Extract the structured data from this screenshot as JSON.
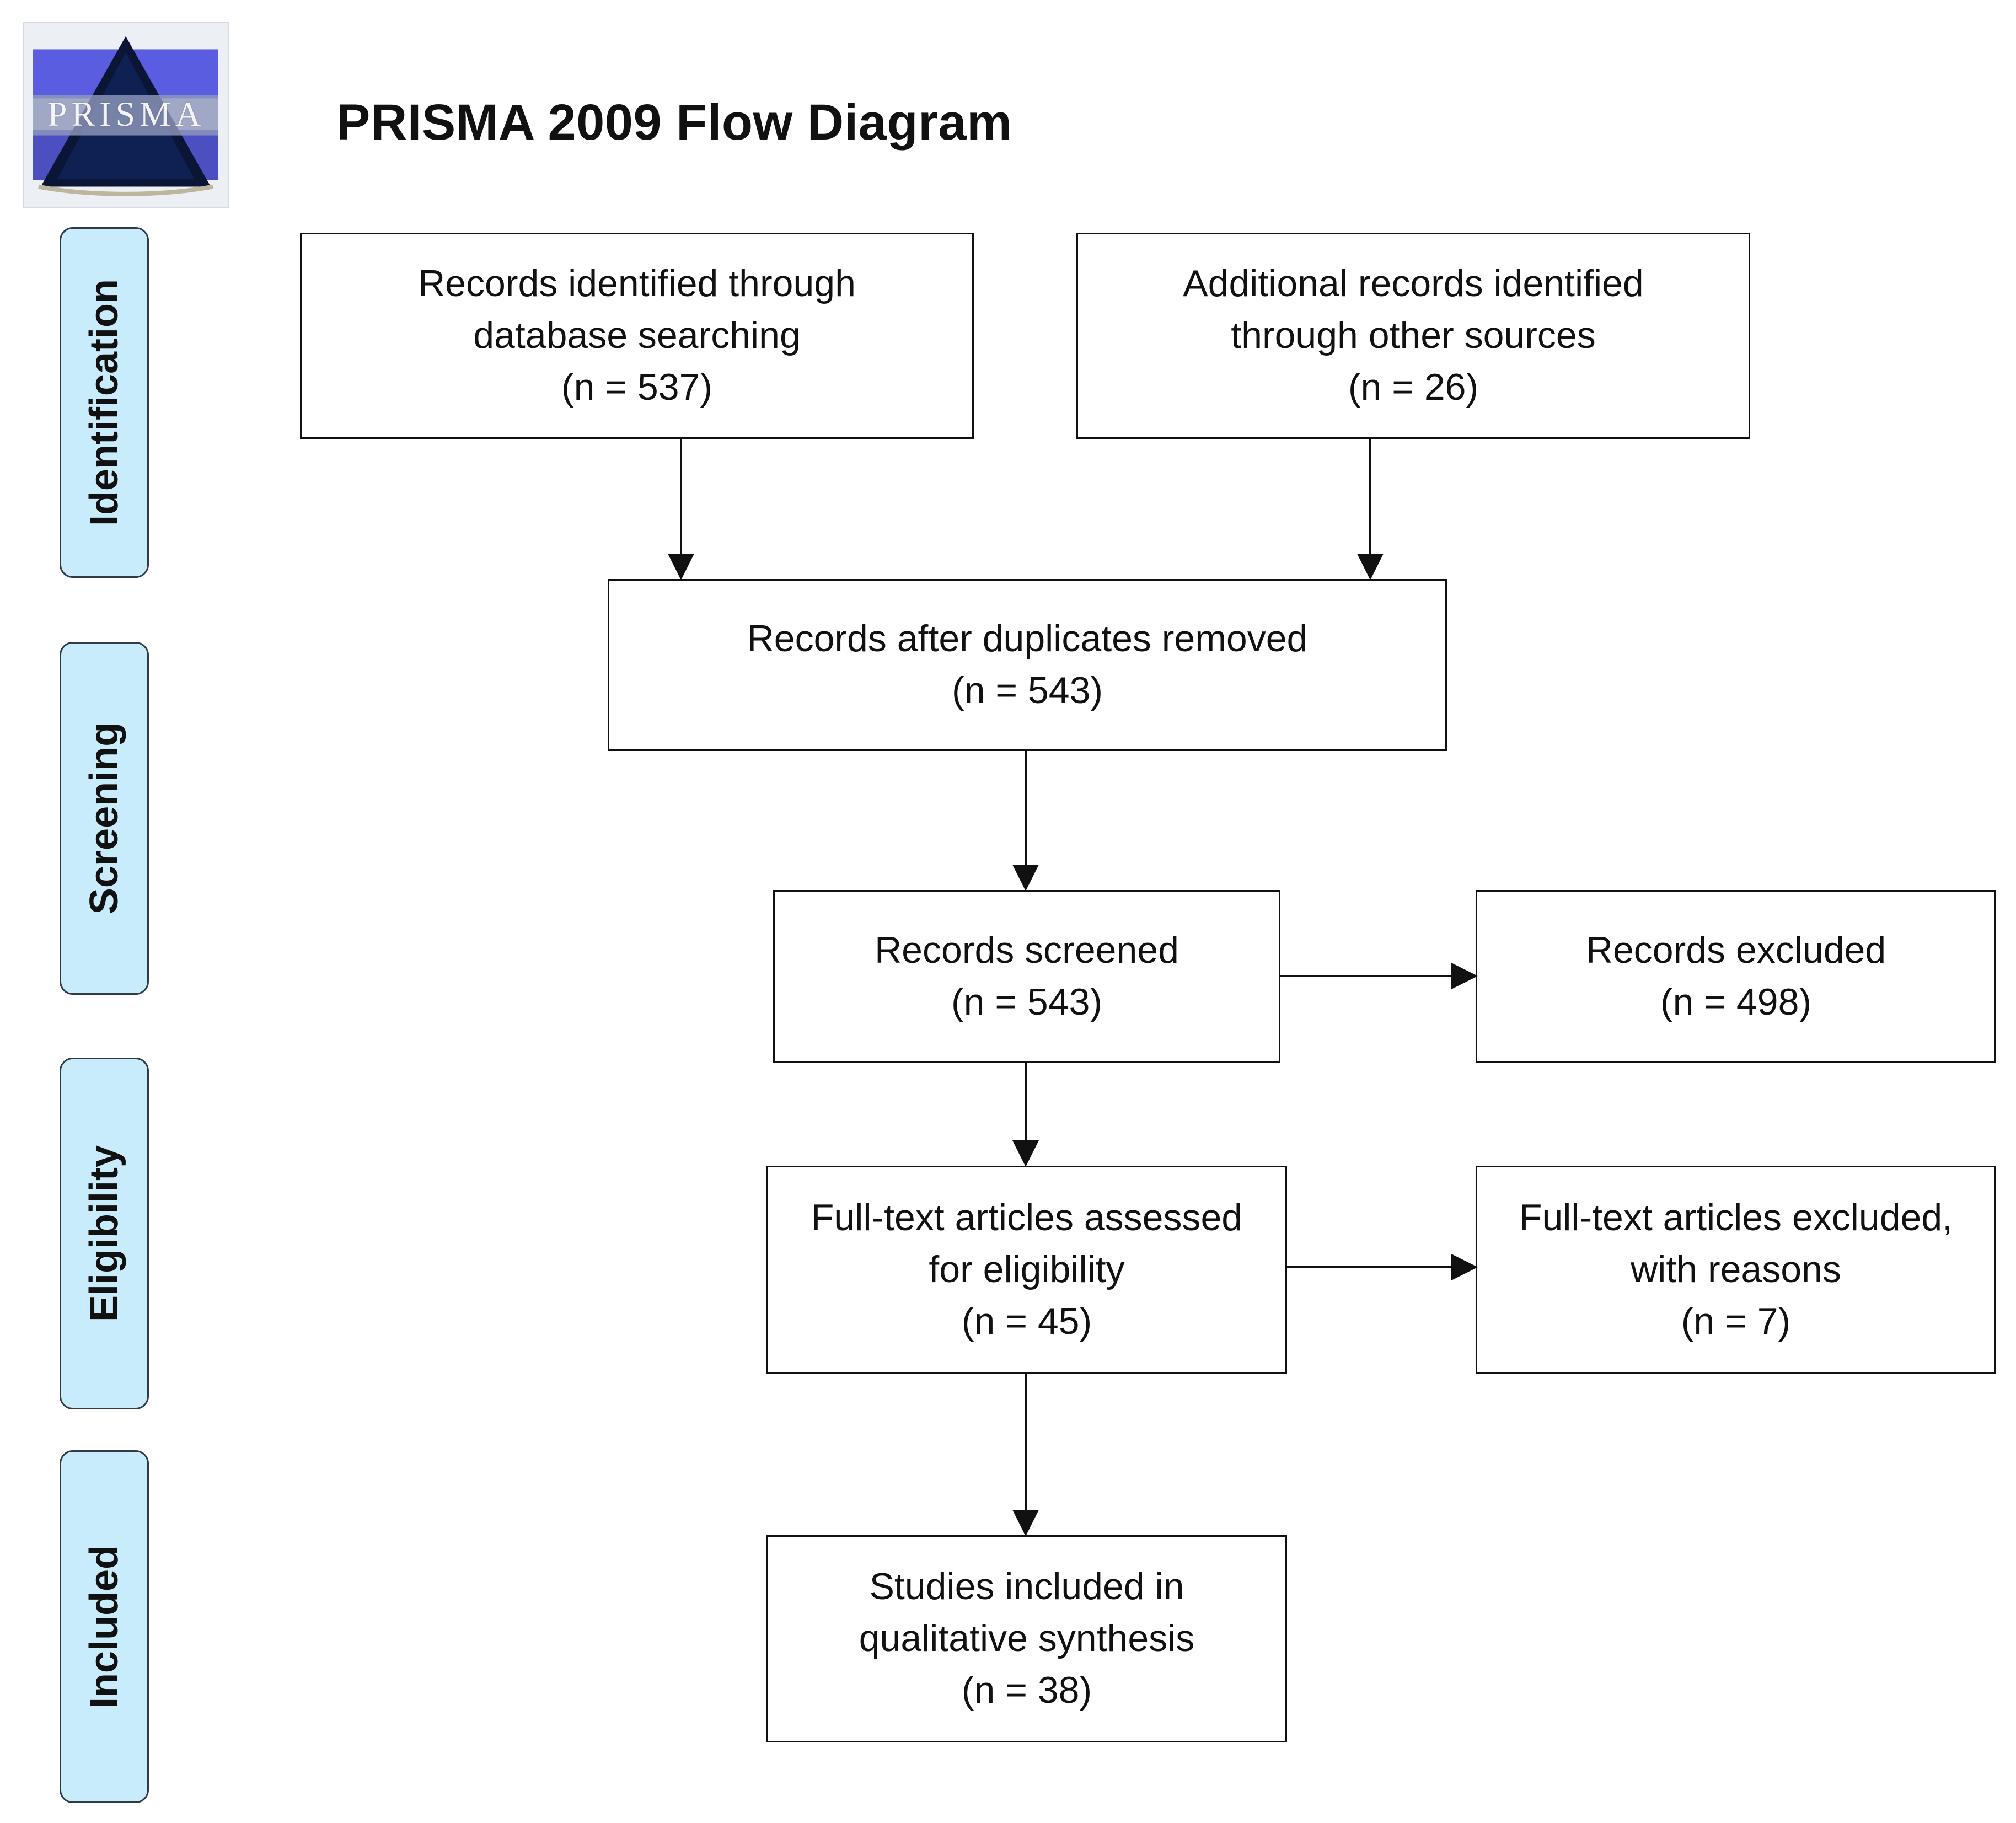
{
  "logo": {
    "text": "PRISMA"
  },
  "title": "PRISMA 2009 Flow Diagram",
  "phases": {
    "identification": "Identification",
    "screening": "Screening",
    "eligibility": "Eligibility",
    "included": "Included"
  },
  "boxes": {
    "database_search": {
      "line1": "Records identified through",
      "line2": "database searching",
      "count": "(n = 537)"
    },
    "other_sources": {
      "line1": "Additional records identified",
      "line2": "through other sources",
      "count": "(n = 26)"
    },
    "after_duplicates": {
      "line1": "Records after duplicates removed",
      "count": "(n = 543)"
    },
    "screened": {
      "line1": "Records screened",
      "count": "(n = 543)"
    },
    "excluded": {
      "line1": "Records excluded",
      "count": "(n = 498)"
    },
    "fulltext_assessed": {
      "line1": "Full-text articles assessed",
      "line2": "for eligibility",
      "count": "(n = 45)"
    },
    "fulltext_excluded": {
      "line1": "Full-text articles excluded,",
      "line2": "with reasons",
      "count": "(n = 7)"
    },
    "included": {
      "line1": "Studies included in",
      "line2": "qualitative synthesis",
      "count": "(n = 38)"
    }
  },
  "colors": {
    "phase_fill": "#c8ecfb",
    "phase_border": "#2f3c46",
    "logo_blue": "#5a5de0",
    "logo_dark": "#0b1535",
    "text": "#111111"
  },
  "icons": {
    "logo": "prisma-logo-icon",
    "arrow": "arrow-down-icon",
    "arrow_right": "arrow-right-icon"
  }
}
